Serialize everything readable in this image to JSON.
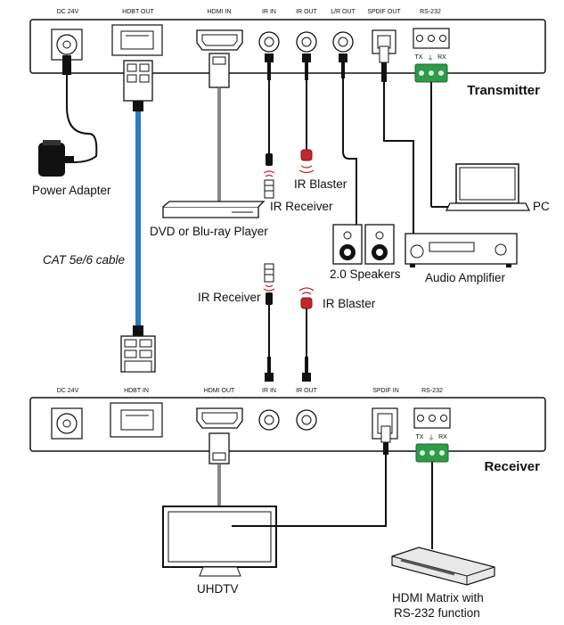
{
  "transmitter": {
    "title": "Transmitter",
    "ports": {
      "dc": "DC 24V",
      "hdbt": "HDBT OUT",
      "hdmi": "HDMI IN",
      "ir_in": "IR IN",
      "ir_out": "IR OUT",
      "lr_out": "L/R OUT",
      "spdif": "SPDIF OUT",
      "rs232": "RS-232"
    },
    "tx_label": "TX",
    "rx_label": "RX"
  },
  "receiver": {
    "title": "Receiver",
    "ports": {
      "dc": "DC 24V",
      "hdbt": "HDBT IN",
      "hdmi": "HDMI OUT",
      "ir_in": "IR IN",
      "ir_out": "IR OUT",
      "spdif": "SPDIF IN",
      "rs232": "RS-232"
    },
    "tx_label": "TX",
    "rx_label": "RX"
  },
  "devices": {
    "power_adapter": "Power Adapter",
    "cable": "CAT 5e/6 cable",
    "dvd": "DVD or Blu-ray Player",
    "ir_receiver_top": "IR Receiver",
    "ir_blaster_top": "IR Blaster",
    "speakers": "2.0 Speakers",
    "amplifier": "Audio Amplifier",
    "pc": "PC",
    "ir_receiver_bottom": "IR Receiver",
    "ir_blaster_bottom": "IR Blaster",
    "tv": "UHDTV",
    "matrix_line1": "HDMI Matrix with",
    "matrix_line2": "RS-232 function"
  },
  "colors": {
    "cat_cable": "#2a7bc0",
    "ir_red": "#c0282c",
    "rs232_green": "#2f9a48"
  }
}
